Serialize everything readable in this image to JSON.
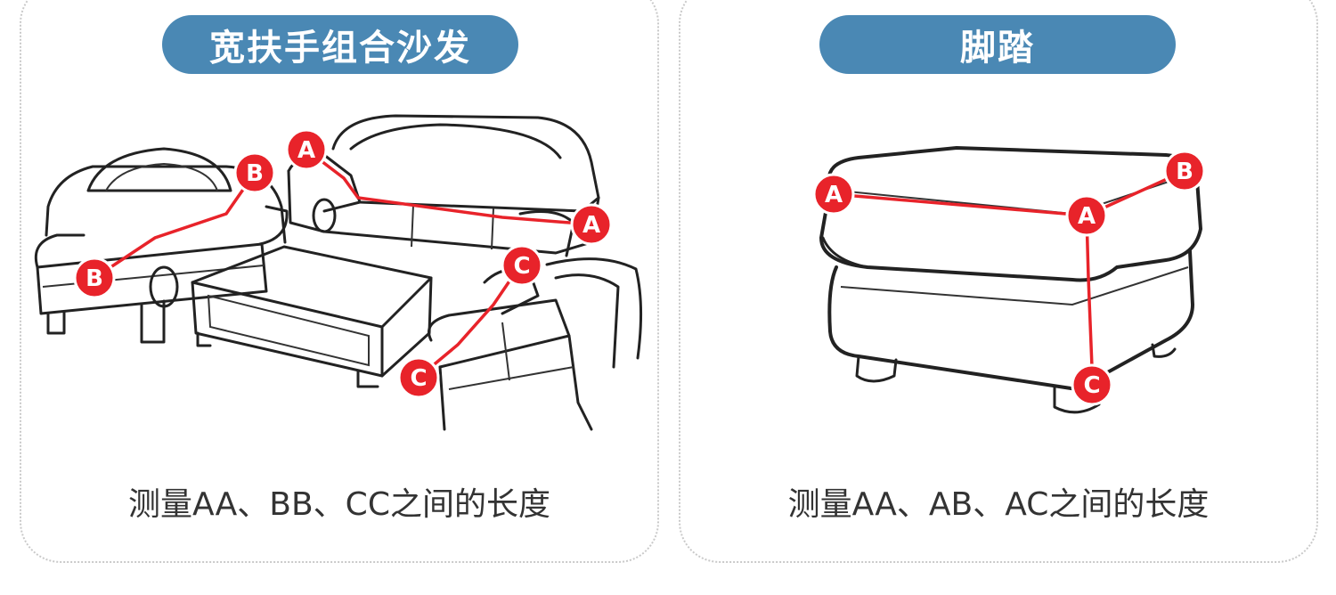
{
  "left_panel": {
    "title": "宽扶手组合沙发",
    "caption": "测量AA、BB、CC之间的长度",
    "markers": [
      "A",
      "A",
      "B",
      "B",
      "C",
      "C"
    ]
  },
  "right_panel": {
    "title": "脚踏",
    "caption": "测量AA、AB、AC之间的长度",
    "markers": [
      "A",
      "A",
      "B",
      "C"
    ]
  },
  "colors": {
    "pill": "#4a88b4",
    "marker": "#e8232a",
    "border": "#c9c9c9"
  }
}
